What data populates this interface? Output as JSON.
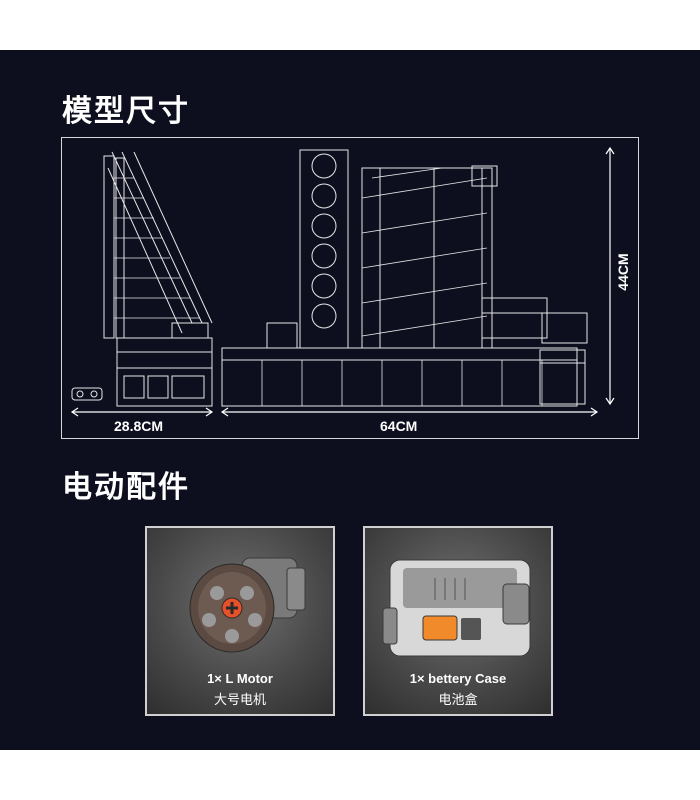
{
  "headings": {
    "dimensions": "模型尺寸",
    "accessories": "电动配件"
  },
  "dimensions": {
    "width_left": "28.8CM",
    "width_right": "64CM",
    "height": "44CM"
  },
  "accessories": [
    {
      "name": "1× L Motor",
      "subtitle": "大号电机",
      "icon": "motor-icon"
    },
    {
      "name": "1× bettery Case",
      "subtitle": "电池盒",
      "icon": "battery-case-icon"
    }
  ],
  "colors": {
    "background": "#0d0f1f",
    "page": "#ffffff",
    "line": "#e6e6e6",
    "motor_accent": "#e8502a",
    "battery_accent": "#f08a2a"
  }
}
